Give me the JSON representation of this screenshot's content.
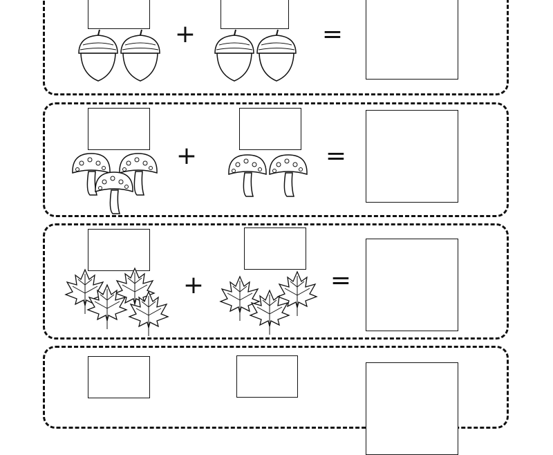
{
  "worksheet": {
    "plus": "+",
    "equals": "=",
    "rows": [
      {
        "left_item": "acorn",
        "left_count": 2,
        "right_item": "acorn",
        "right_count": 2
      },
      {
        "left_item": "mushroom",
        "left_count": 3,
        "right_item": "mushroom",
        "right_count": 2
      },
      {
        "left_item": "maple-leaf",
        "left_count": 4,
        "right_item": "maple-leaf",
        "right_count": 3
      },
      {
        "left_item": "unknown",
        "right_item": "unknown"
      }
    ]
  }
}
